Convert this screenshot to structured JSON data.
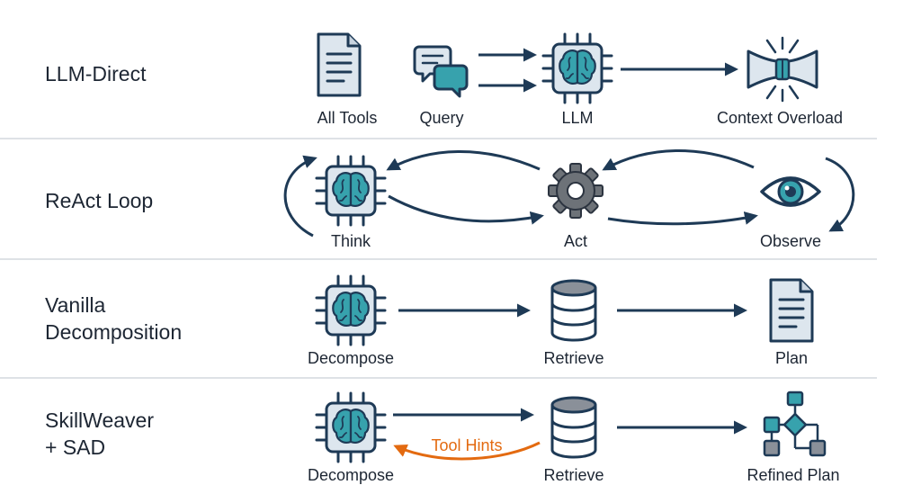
{
  "colors": {
    "ink": "#1e3a56",
    "teal": "#37a2ad",
    "chip_fill": "#dde6ee",
    "icon_gray": "#6d7278",
    "orange": "#e36a10",
    "divider": "#d4d9de"
  },
  "rows": [
    {
      "title_lines": [
        "LLM-Direct"
      ],
      "nodes": [
        {
          "caption": "All Tools",
          "icon": "document-icon"
        },
        {
          "caption": "Query",
          "icon": "chat-bubbles-icon"
        },
        {
          "caption": "LLM",
          "icon": "brain-chip-icon"
        },
        {
          "caption": "Context Overload",
          "icon": "context-overload-icon"
        }
      ]
    },
    {
      "title_lines": [
        "ReAct Loop"
      ],
      "nodes": [
        {
          "caption": "Think",
          "icon": "brain-chip-icon"
        },
        {
          "caption": "Act",
          "icon": "gear-icon"
        },
        {
          "caption": "Observe",
          "icon": "eye-icon"
        }
      ]
    },
    {
      "title_lines": [
        "Vanilla",
        "Decomposition"
      ],
      "nodes": [
        {
          "caption": "Decompose",
          "icon": "brain-chip-icon"
        },
        {
          "caption": "Retrieve",
          "icon": "database-icon"
        },
        {
          "caption": "Plan",
          "icon": "document-icon"
        }
      ]
    },
    {
      "title_lines": [
        "SkillWeaver",
        "+ SAD"
      ],
      "nodes": [
        {
          "caption": "Decompose",
          "icon": "brain-chip-icon"
        },
        {
          "caption": "Retrieve",
          "icon": "database-icon"
        },
        {
          "caption": "Refined Plan",
          "icon": "flowchart-icon"
        }
      ],
      "feedback_label": "Tool Hints"
    }
  ]
}
